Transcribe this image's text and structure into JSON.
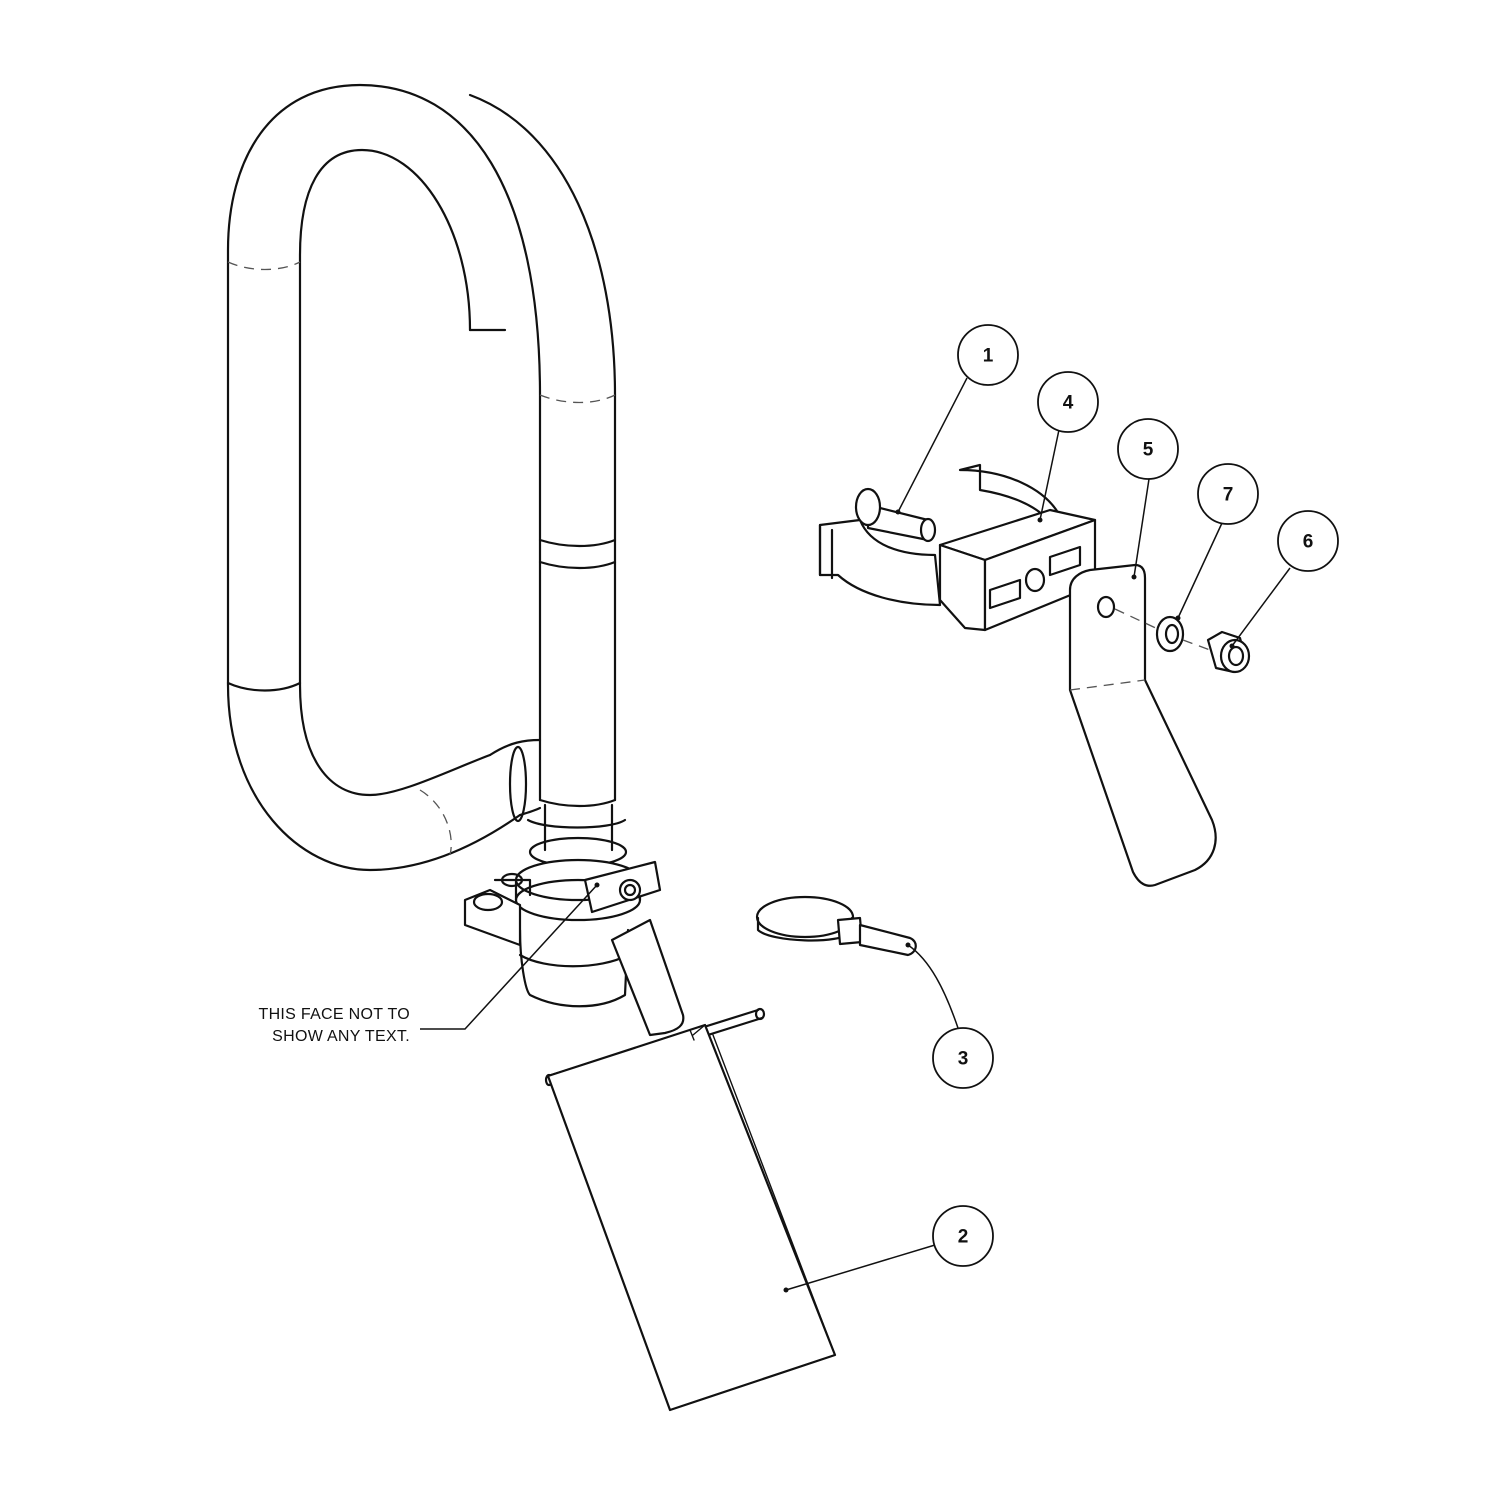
{
  "note": {
    "line1": "THIS FACE NOT TO",
    "line2": "SHOW ANY TEXT."
  },
  "balloons": [
    {
      "id": "1",
      "label": "1"
    },
    {
      "id": "2",
      "label": "2"
    },
    {
      "id": "3",
      "label": "3"
    },
    {
      "id": "4",
      "label": "4"
    },
    {
      "id": "5",
      "label": "5"
    },
    {
      "id": "6",
      "label": "6"
    },
    {
      "id": "7",
      "label": "7"
    }
  ],
  "colors": {
    "line": "#111111",
    "background": "#ffffff"
  }
}
